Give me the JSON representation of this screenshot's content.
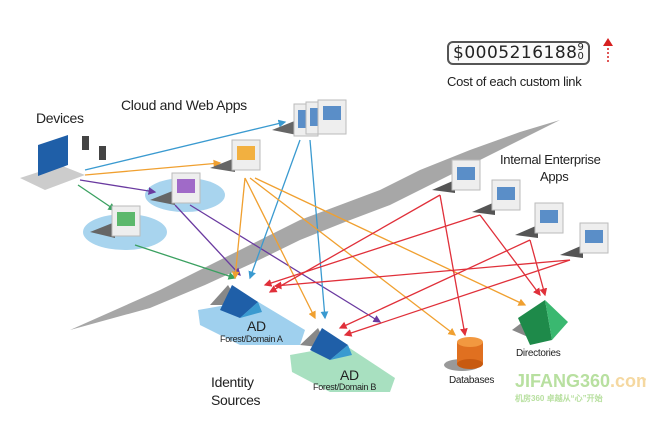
{
  "counter": {
    "value": "$0005216188",
    "rolling_digits": [
      "9",
      "0"
    ],
    "caption": "Cost of each custom link",
    "arrow_color": "#d62020"
  },
  "labels": {
    "devices": "Devices",
    "cloud_apps": "Cloud and Web Apps",
    "internal_apps_1": "Internal Enterprise",
    "internal_apps_2": "Apps",
    "identity_1": "Identity",
    "identity_2": "Sources",
    "ad": "AD",
    "domain_a": "Forest/Domain A",
    "domain_b": "Forest/Domain B",
    "databases": "Databases",
    "directories": "Directories"
  },
  "watermark": {
    "brand": "JIFANG360",
    "suffix": ".com",
    "tagline": "机房360  卓越从“心”开始"
  },
  "colors": {
    "blue": "#3a9ad0",
    "orange": "#f0a030",
    "purple": "#7a4aa8",
    "green": "#3aa060",
    "red": "#e0303a",
    "teal": "#3ab0c0"
  },
  "nodes": {
    "devices": [
      "laptop",
      "phone",
      "phone"
    ],
    "cloud_apps": [
      "app-green",
      "app-purple",
      "app-orange",
      "app-blue-stack"
    ],
    "internal_apps": [
      "app-1",
      "app-2",
      "app-3",
      "app-4"
    ],
    "identity_sources": [
      "ad-domain-a",
      "ad-domain-b"
    ],
    "stores": [
      "databases",
      "directories"
    ]
  }
}
